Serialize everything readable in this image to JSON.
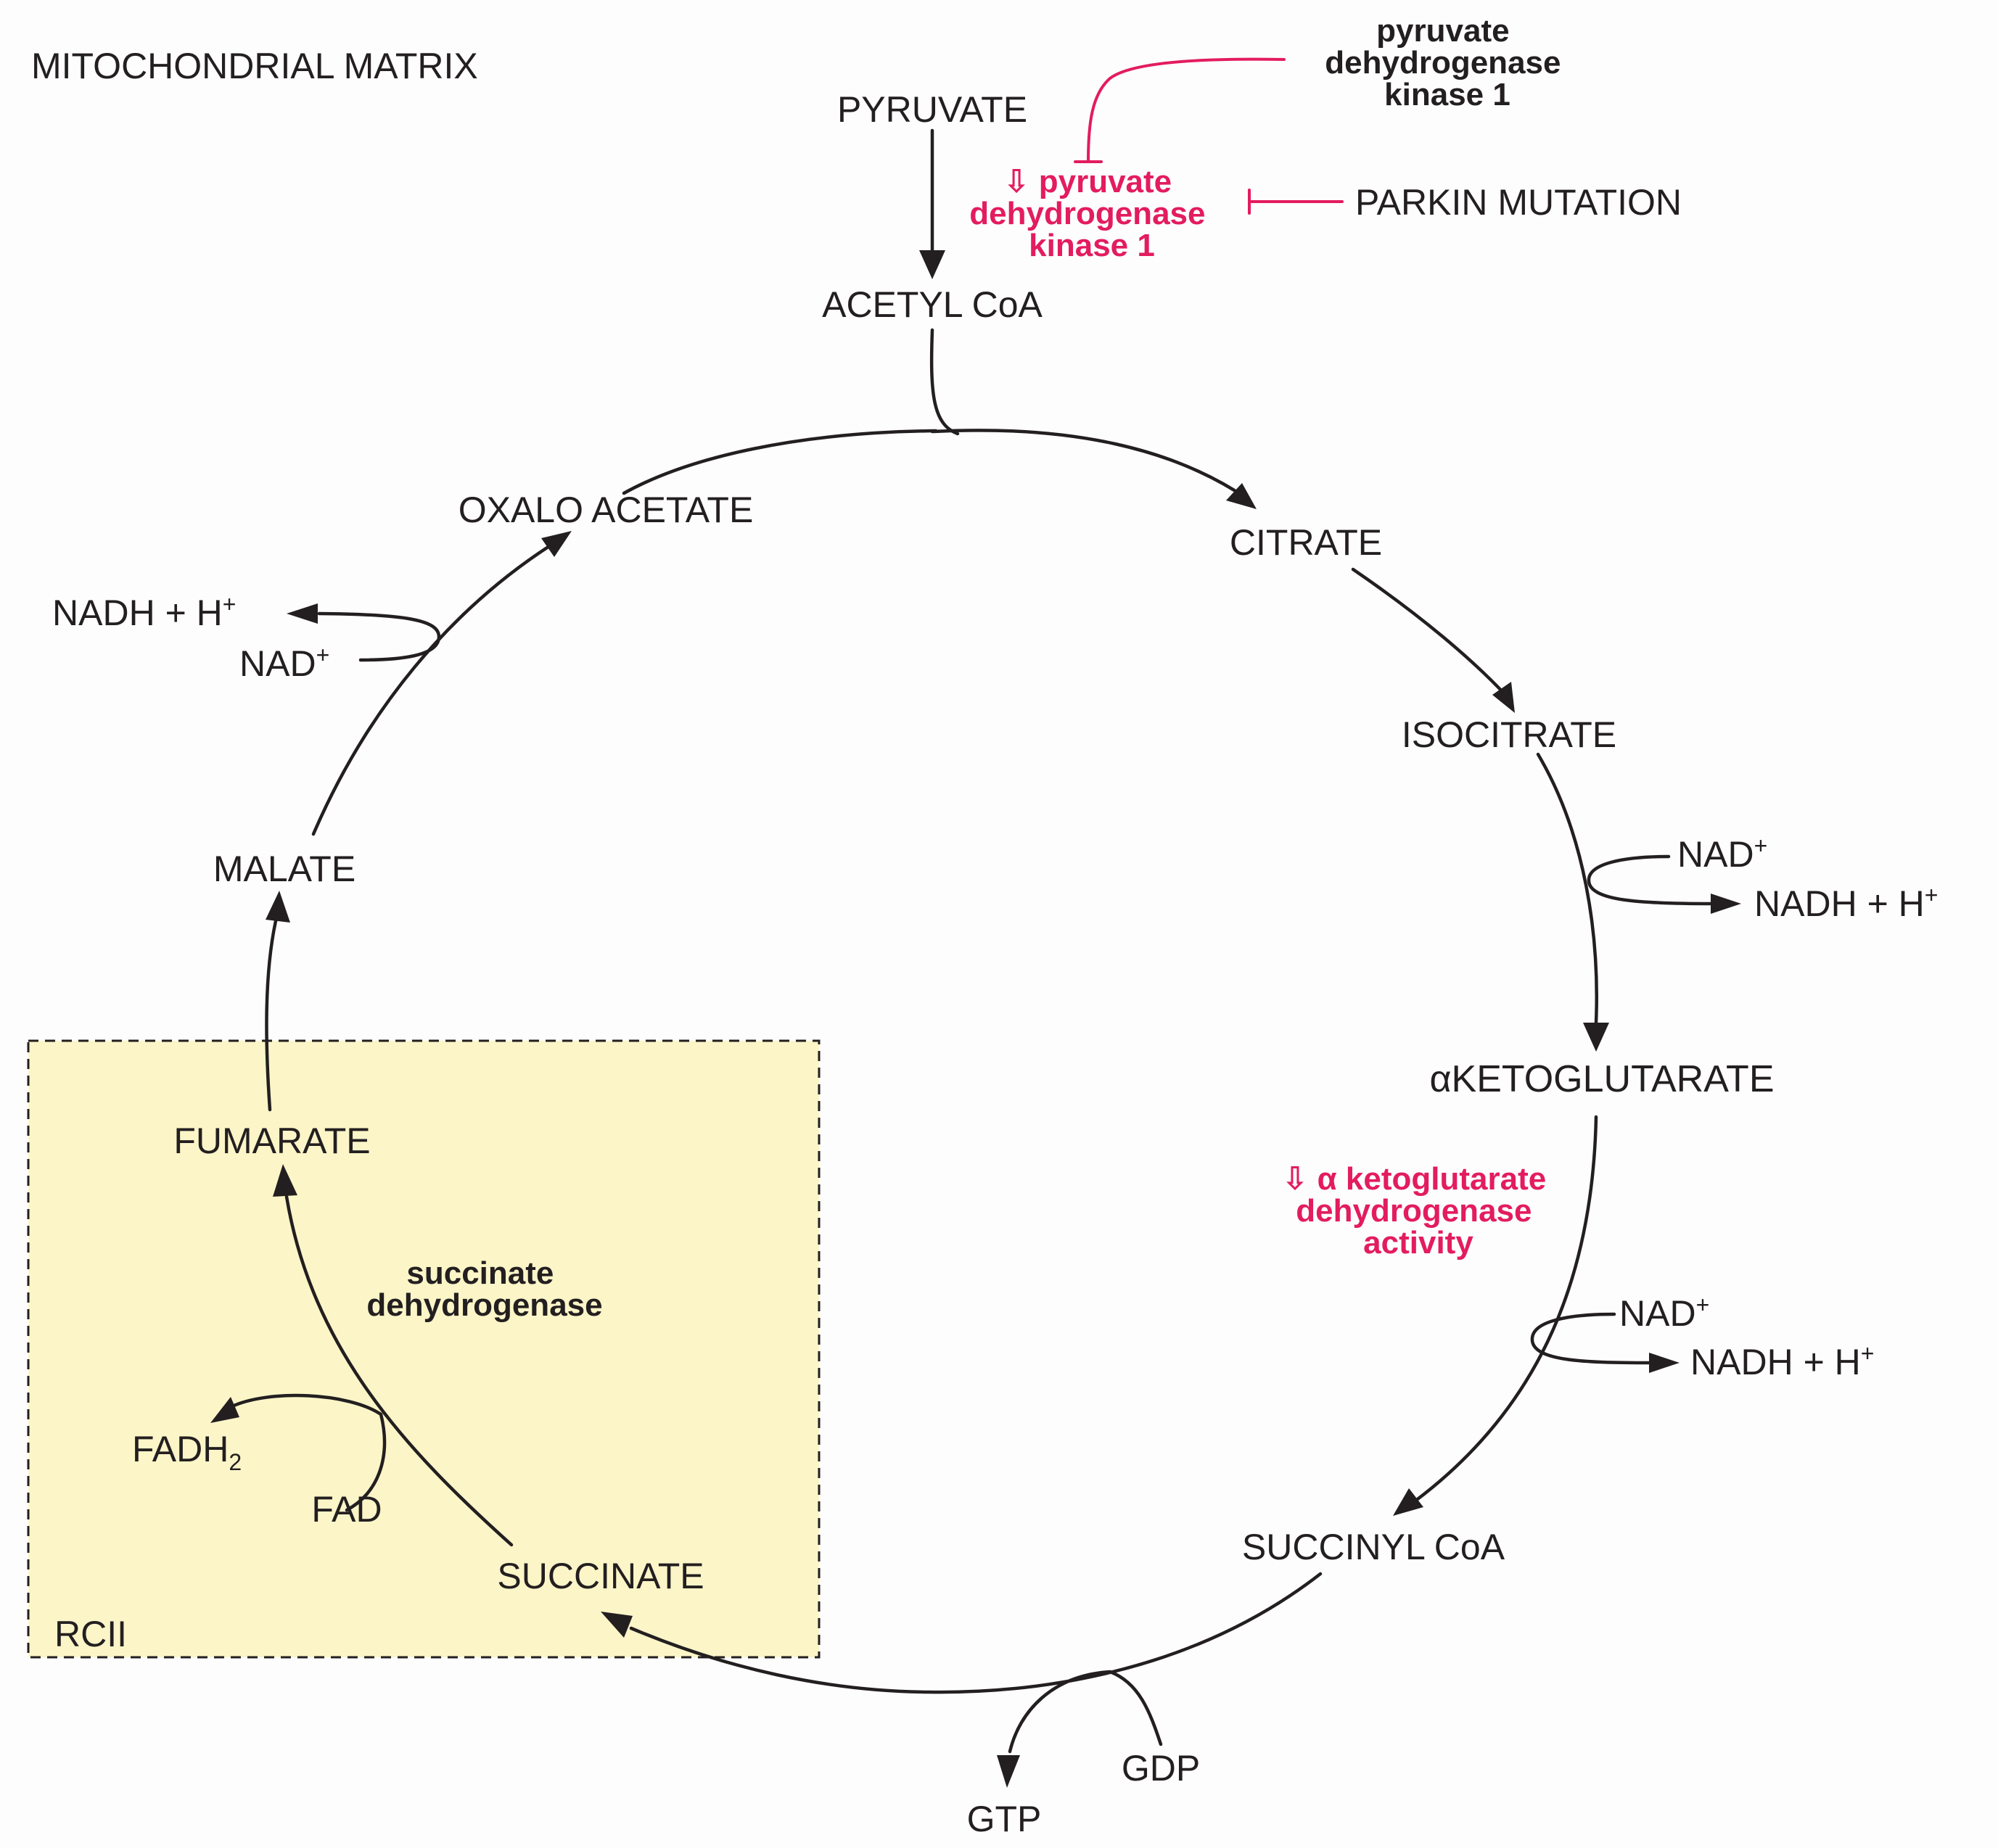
{
  "labels": {
    "compartment": "MITOCHONDRIAL MATRIX",
    "pyruvate": "PYRUVATE",
    "acetyl_coa": "ACETYL CoA",
    "citrate": "CITRATE",
    "isocitrate": "ISOCITRATE",
    "akg": "αKETOGLUTARATE",
    "succinyl_coa": "SUCCINYL CoA",
    "succinate": "SUCCINATE",
    "fumarate": "FUMARATE",
    "malate": "MALATE",
    "oxaloacetate": "OXALO ACETATE",
    "rcii": "RCII",
    "parkin": "PARKIN MUTATION",
    "gdp": "GDP",
    "gtp": "GTP",
    "fad": "FAD",
    "fadh": "FADH",
    "fadh_sub": "2",
    "nad": "NAD",
    "nadh": "NADH + H",
    "plus": "+"
  },
  "enzymes": {
    "pdk_top": [
      "pyruvate",
      "dehydrogenase",
      "kinase 1"
    ],
    "pdk_down": [
      "⇩ pyruvate",
      "dehydrogenase",
      "kinase 1"
    ],
    "akgdh_down": [
      "⇩ α ketoglutarate",
      "dehydrogenase",
      "activity"
    ],
    "sdh": [
      "succinate",
      "dehydrogenase"
    ]
  },
  "colors": {
    "text": "#231f20",
    "inhibition": "#e31c5f",
    "rcii_fill": "#fbf5c8"
  }
}
